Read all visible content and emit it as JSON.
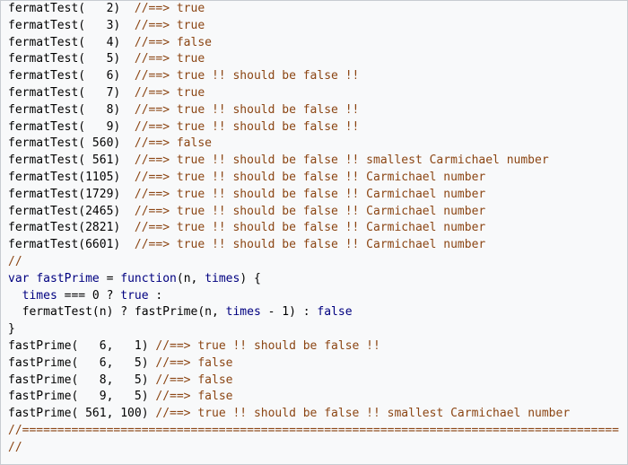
{
  "code_lines": [
    {
      "segments": [
        {
          "t": "fermatTest(   2)  ",
          "c": "call"
        },
        {
          "t": "//==> true",
          "c": "comment"
        }
      ]
    },
    {
      "segments": [
        {
          "t": "fermatTest(   3)  ",
          "c": "call"
        },
        {
          "t": "//==> true",
          "c": "comment"
        }
      ]
    },
    {
      "segments": [
        {
          "t": "fermatTest(   4)  ",
          "c": "call"
        },
        {
          "t": "//==> false",
          "c": "comment"
        }
      ]
    },
    {
      "segments": [
        {
          "t": "fermatTest(   5)  ",
          "c": "call"
        },
        {
          "t": "//==> true",
          "c": "comment"
        }
      ]
    },
    {
      "segments": [
        {
          "t": "fermatTest(   6)  ",
          "c": "call"
        },
        {
          "t": "//==> true !! should be false !!",
          "c": "comment"
        }
      ]
    },
    {
      "segments": [
        {
          "t": "fermatTest(   7)  ",
          "c": "call"
        },
        {
          "t": "//==> true",
          "c": "comment"
        }
      ]
    },
    {
      "segments": [
        {
          "t": "fermatTest(   8)  ",
          "c": "call"
        },
        {
          "t": "//==> true !! should be false !!",
          "c": "comment"
        }
      ]
    },
    {
      "segments": [
        {
          "t": "fermatTest(   9)  ",
          "c": "call"
        },
        {
          "t": "//==> true !! should be false !!",
          "c": "comment"
        }
      ]
    },
    {
      "segments": [
        {
          "t": "fermatTest( 560)  ",
          "c": "call"
        },
        {
          "t": "//==> false",
          "c": "comment"
        }
      ]
    },
    {
      "segments": [
        {
          "t": "fermatTest( 561)  ",
          "c": "call"
        },
        {
          "t": "//==> true !! should be false !! smallest Carmichael number",
          "c": "comment"
        }
      ]
    },
    {
      "segments": [
        {
          "t": "fermatTest(1105)  ",
          "c": "call"
        },
        {
          "t": "//==> true !! should be false !! Carmichael number",
          "c": "comment"
        }
      ]
    },
    {
      "segments": [
        {
          "t": "fermatTest(1729)  ",
          "c": "call"
        },
        {
          "t": "//==> true !! should be false !! Carmichael number",
          "c": "comment"
        }
      ]
    },
    {
      "segments": [
        {
          "t": "fermatTest(2465)  ",
          "c": "call"
        },
        {
          "t": "//==> true !! should be false !! Carmichael number",
          "c": "comment"
        }
      ]
    },
    {
      "segments": [
        {
          "t": "fermatTest(2821)  ",
          "c": "call"
        },
        {
          "t": "//==> true !! should be false !! Carmichael number",
          "c": "comment"
        }
      ]
    },
    {
      "segments": [
        {
          "t": "fermatTest(6601)  ",
          "c": "call"
        },
        {
          "t": "//==> true !! should be false !! Carmichael number",
          "c": "comment"
        }
      ]
    },
    {
      "segments": [
        {
          "t": "//",
          "c": "comment"
        }
      ]
    },
    {
      "segments": [
        {
          "t": "var ",
          "c": "kw"
        },
        {
          "t": "fastPrime",
          "c": "var"
        },
        {
          "t": " = ",
          "c": "call"
        },
        {
          "t": "function",
          "c": "kw"
        },
        {
          "t": "(n, ",
          "c": "call"
        },
        {
          "t": "times",
          "c": "var"
        },
        {
          "t": ") {",
          "c": "call"
        }
      ]
    },
    {
      "segments": [
        {
          "t": "  ",
          "c": "call"
        },
        {
          "t": "times",
          "c": "var"
        },
        {
          "t": " === 0 ? ",
          "c": "call"
        },
        {
          "t": "true",
          "c": "kw"
        },
        {
          "t": " :",
          "c": "call"
        }
      ]
    },
    {
      "segments": [
        {
          "t": "  fermatTest(n) ? fastPrime(n, ",
          "c": "call"
        },
        {
          "t": "times",
          "c": "var"
        },
        {
          "t": " - 1) : ",
          "c": "call"
        },
        {
          "t": "false",
          "c": "kw"
        }
      ]
    },
    {
      "segments": [
        {
          "t": "}",
          "c": "call"
        }
      ]
    },
    {
      "segments": [
        {
          "t": "fastPrime(   6,   1) ",
          "c": "call"
        },
        {
          "t": "//==> true !! should be false !!",
          "c": "comment"
        }
      ]
    },
    {
      "segments": [
        {
          "t": "fastPrime(   6,   5) ",
          "c": "call"
        },
        {
          "t": "//==> false",
          "c": "comment"
        }
      ]
    },
    {
      "segments": [
        {
          "t": "fastPrime(   8,   5) ",
          "c": "call"
        },
        {
          "t": "//==> false",
          "c": "comment"
        }
      ]
    },
    {
      "segments": [
        {
          "t": "fastPrime(   9,   5) ",
          "c": "call"
        },
        {
          "t": "//==> false",
          "c": "comment"
        }
      ]
    },
    {
      "segments": [
        {
          "t": "fastPrime( 561, 100) ",
          "c": "call"
        },
        {
          "t": "//==> true !! should be false !! smallest Carmichael number",
          "c": "comment"
        }
      ]
    },
    {
      "segments": [
        {
          "t": "//=====================================================================================",
          "c": "comment"
        }
      ]
    },
    {
      "segments": [
        {
          "t": "//",
          "c": "comment"
        }
      ]
    }
  ]
}
